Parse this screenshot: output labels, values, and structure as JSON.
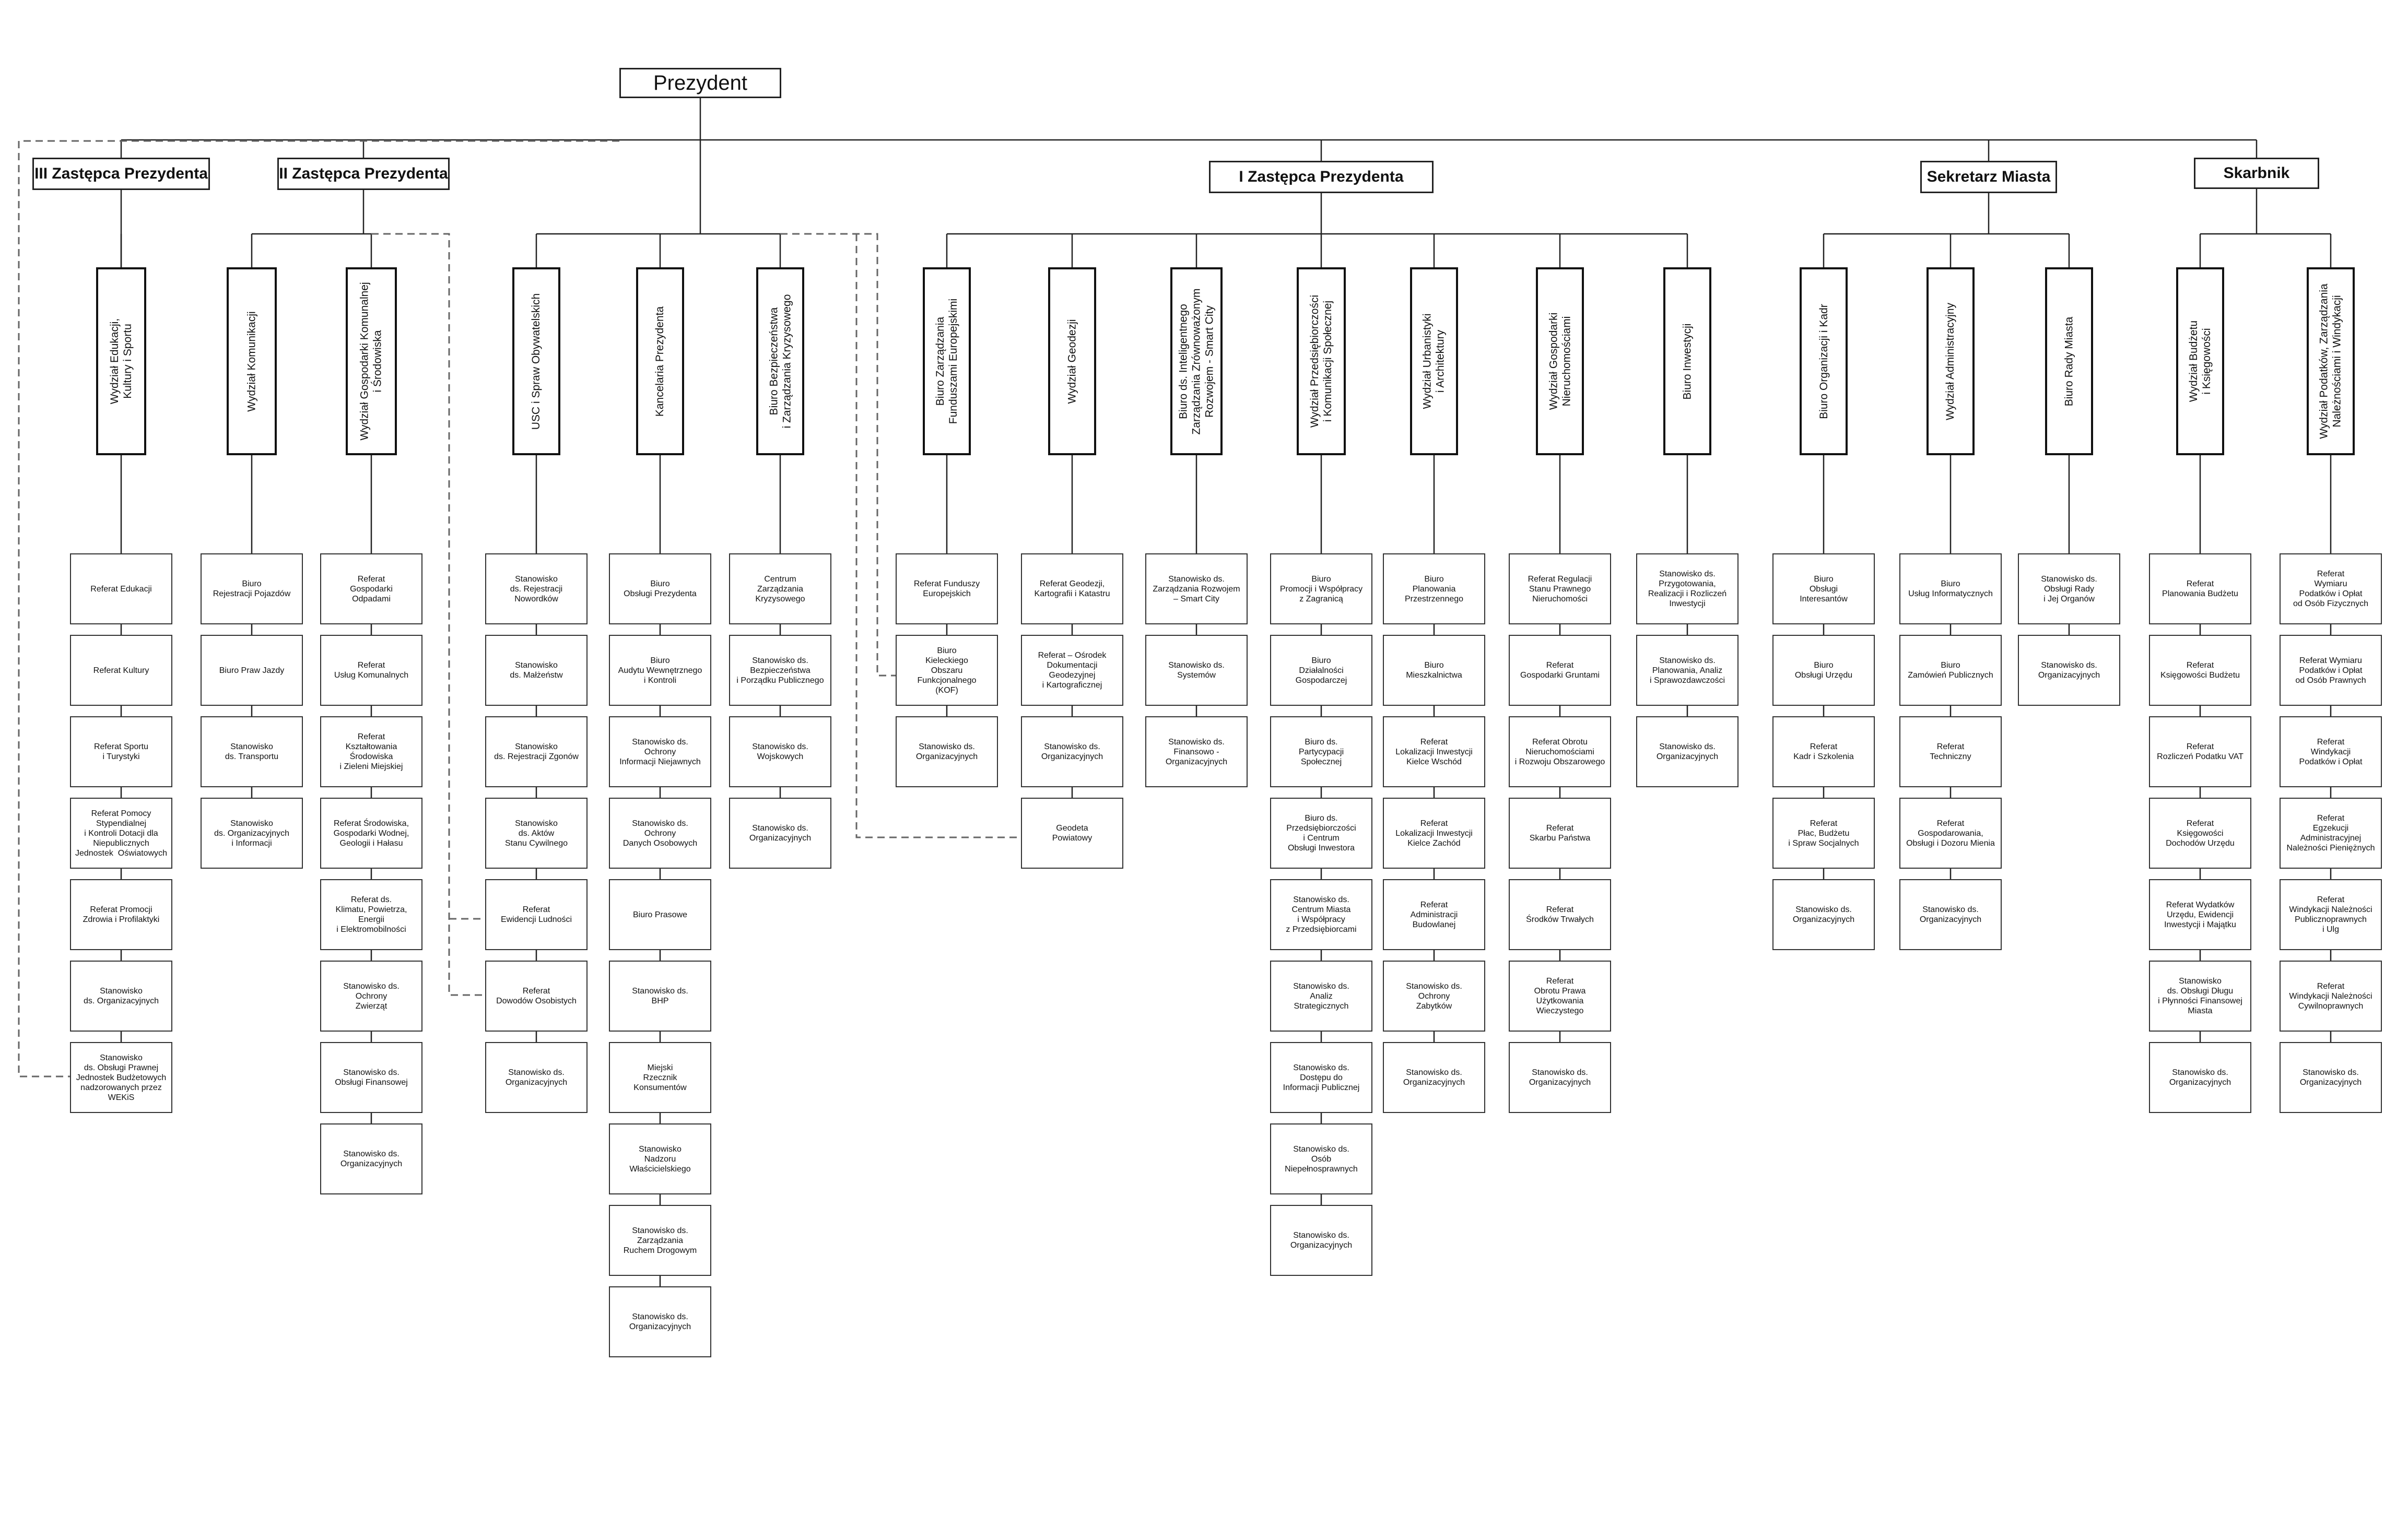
{
  "president": "Prezydent",
  "deputies": [
    "III Zastępca Prezydenta",
    "II Zastępca Prezydenta",
    "I Zastępca Prezydenta",
    "Sekretarz Miasta",
    "Skarbnik"
  ],
  "units": [
    {
      "label": "Wydział Edukacji,\nKultury i Sportu",
      "subs": [
        "Referat Edukacji",
        "Referat Kultury",
        "Referat Sportu\ni Turystyki",
        "Referat Pomocy\nStypendialnej\ni Kontroli Dotacji dla\nNiepublicznych\nJednostek  Oświatowych",
        "Referat Promocji\nZdrowia i Profilaktyki",
        "Stanowisko\nds. Organizacyjnych",
        "Stanowisko\nds. Obsługi Prawnej\nJednostek Budżetowych\nnadzorowanych przez\nWEKiS"
      ]
    },
    {
      "label": "Wydział Komunikacji",
      "subs": [
        "Biuro\nRejestracji Pojazdów",
        "Biuro Praw Jazdy",
        "Stanowisko\nds. Transportu",
        "Stanowisko\nds. Organizacyjnych\ni Informacji"
      ]
    },
    {
      "label": "Wydział Gospodarki Komunalnej\ni Środowiska",
      "subs": [
        "Referat\nGospodarki\nOdpadami",
        "Referat\nUsług Komunalnych",
        "Referat\nKształtowania\nŚrodowiska\ni Zieleni Miejskiej",
        "Referat Środowiska,\nGospodarki Wodnej,\nGeologii i Hałasu",
        "Referat ds.\nKlimatu, Powietrza,\nEnergii\ni Elektromobilności",
        "Stanowisko ds.\nOchrony\nZwierząt",
        "Stanowisko ds.\nObsługi Finansowej",
        "Stanowisko ds.\nOrganizacyjnych"
      ]
    },
    {
      "label": "USC i Spraw Obywatelskich",
      "subs": [
        "Stanowisko\nds. Rejestracji\nNowordków",
        "Stanowisko\nds. Małżeństw",
        "Stanowisko\nds. Rejestracji Zgonów",
        "Stanowisko\nds. Aktów\nStanu Cywilnego",
        "Referat\nEwidencji Ludności",
        "Referat\nDowodów Osobistych",
        "Stanowisko ds.\nOrganizacyjnych"
      ]
    },
    {
      "label": "Kancelaria Prezydenta",
      "subs": [
        "Biuro\nObsługi Prezydenta",
        "Biuro\nAudytu Wewnętrznego\ni Kontroli",
        "Stanowisko ds.\nOchrony\nInformacji Niejawnych",
        "Stanowisko ds.\nOchrony\nDanych Osobowych",
        "Biuro Prasowe",
        "Stanowisko ds.\nBHP",
        "Miejski\nRzecznik\nKonsumentów",
        "Stanowisko\nNadzoru\nWłaścicielskiego",
        "Stanowisko ds.\nZarządzania\nRuchem Drogowym",
        "Stanowisko ds.\nOrganizacyjnych"
      ]
    },
    {
      "label": "Biuro Bezpieczeństwa\ni Zarządzania Kryzysowego",
      "subs": [
        "Centrum\nZarządzania\nKryzysowego",
        "Stanowisko ds.\nBezpieczeństwa\ni Porządku Publicznego",
        "Stanowisko ds.\nWojskowych",
        "Stanowisko ds.\nOrganizacyjnych"
      ]
    },
    {
      "label": "Biuro Zarządzania\nFunduszami Europejskimi",
      "subs": [
        "Referat Funduszy\nEuropejskich",
        "Biuro\nKieleckiego\nObszaru\nFunkcjonalnego\n(KOF)",
        "Stanowisko ds.\nOrganizacyjnych"
      ]
    },
    {
      "label": "Wydział Geodezji",
      "subs": [
        "Referat Geodezji,\nKartografii i Katastru",
        "Referat – Ośrodek\nDokumentacji\nGeodezyjnej\ni Kartograficznej",
        "Stanowisko ds.\nOrganizacyjnych",
        "Geodeta\nPowiatowy"
      ]
    },
    {
      "label": "Biuro ds. Inteligentnego\nZarządzania Zrównoważonym\nRozwojem - Smart City",
      "subs": [
        "Stanowisko ds.\nZarządzania Rozwojem\n– Smart City",
        "Stanowisko ds.\nSystemów",
        "Stanowisko ds.\nFinansowo -\nOrganizacyjnych"
      ]
    },
    {
      "label": "Wydział Przedsiębiorczości\ni Komunikacji Społecznej",
      "subs": [
        "Biuro\nPromocji i Współpracy\nz Zagranicą",
        "Biuro\nDziałalności\nGospodarczej",
        "Biuro ds.\nPartycypacji\nSpołecznej",
        "Biuro ds.\nPrzedsiębiorczości\ni Centrum\nObsługi Inwestora",
        "Stanowisko ds.\nCentrum Miasta\ni Współpracy\nz Przedsiębiorcami",
        "Stanowisko ds.\nAnaliz\nStrategicznych",
        "Stanowisko ds.\nDostępu do\nInformacji Publicznej",
        "Stanowisko ds.\nOsób\nNiepełnosprawnych",
        "Stanowisko ds.\nOrganizacyjnych"
      ]
    },
    {
      "label": "Wydział Urbanistyki\ni Architektury",
      "subs": [
        "Biuro\nPlanowania\nPrzestrzennego",
        "Biuro\nMieszkalnictwa",
        "Referat\nLokalizacji Inwestycji\nKielce Wschód",
        "Referat\nLokalizacji Inwestycji\nKielce Zachód",
        "Referat\nAdministracji\nBudowlanej",
        "Stanowisko ds.\nOchrony\nZabytków",
        "Stanowisko ds.\nOrganizacyjnych"
      ]
    },
    {
      "label": "Wydział Gospodarki\nNieruchomościami",
      "subs": [
        "Referat Regulacji\nStanu Prawnego\nNieruchomości",
        "Referat\nGospodarki Gruntami",
        "Referat Obrotu\nNieruchomościami\ni Rozwoju Obszarowego",
        "Referat\nSkarbu Państwa",
        "Referat\nŚrodków Trwałych",
        "Referat\nObrotu Prawa\nUżytkowania\nWieczystego",
        "Stanowisko ds.\nOrganizacyjnych"
      ]
    },
    {
      "label": "Biuro Inwestycji",
      "subs": [
        "Stanowisko ds.\nPrzygotowania,\nRealizacji i Rozliczeń\nInwestycji",
        "Stanowisko ds.\nPlanowania, Analiz\ni Sprawozdawczości",
        "Stanowisko ds.\nOrganizacyjnych"
      ]
    },
    {
      "label": "Biuro Organizacji i Kadr",
      "subs": [
        "Biuro\nObsługi\nInteresantów",
        "Biuro\nObsługi Urzędu",
        "Referat\nKadr i Szkolenia",
        "Referat\nPłac, Budżetu\ni Spraw Socjalnych",
        "Stanowisko ds.\nOrganizacyjnych"
      ]
    },
    {
      "label": "Wydział Administracyjny",
      "subs": [
        "Biuro\nUsług Informatycznych",
        "Biuro\nZamówień Publicznych",
        "Referat\nTechniczny",
        "Referat\nGospodarowania,\nObsługi i Dozoru Mienia",
        "Stanowisko ds.\nOrganizacyjnych"
      ]
    },
    {
      "label": "Biuro Rady Miasta",
      "subs": [
        "Stanowisko ds.\nObsługi Rady\ni Jej Organów",
        "Stanowisko ds.\nOrganizacyjnych"
      ]
    },
    {
      "label": "Wydział Budżetu\ni Księgowości",
      "subs": [
        "Referat\nPlanowania Budżetu",
        "Referat\nKsięgowości Budżetu",
        "Referat\nRozliczeń Podatku VAT",
        "Referat\nKsięgowości\nDochodów Urzędu",
        "Referat Wydatków\nUrzędu, Ewidencji\nInwestycji i Majątku",
        "Stanowisko\nds. Obsługi Długu\ni Płynności Finansowej\nMiasta",
        "Stanowisko ds.\nOrganizacyjnych"
      ]
    },
    {
      "label": "Wydział Podatków, Zarządzania\nNależnościami i Windykacji",
      "subs": [
        "Referat\nWymiaru\nPodatków i Opłat\nod Osób Fizycznych",
        "Referat Wymiaru\nPodatków i Opłat\nod Osób Prawnych",
        "Referat\nWindykacji\nPodatków i Opłat",
        "Referat\nEgzekucji\nAdministracyjnej\nNależności Pieniężnych",
        "Referat\nWindykacji Należności\nPublicznoprawnych\ni Ulg",
        "Referat\nWindykacji Należności\nCywilnoprawnych",
        "Stanowisko ds.\nOrganizacyjnych"
      ]
    }
  ]
}
